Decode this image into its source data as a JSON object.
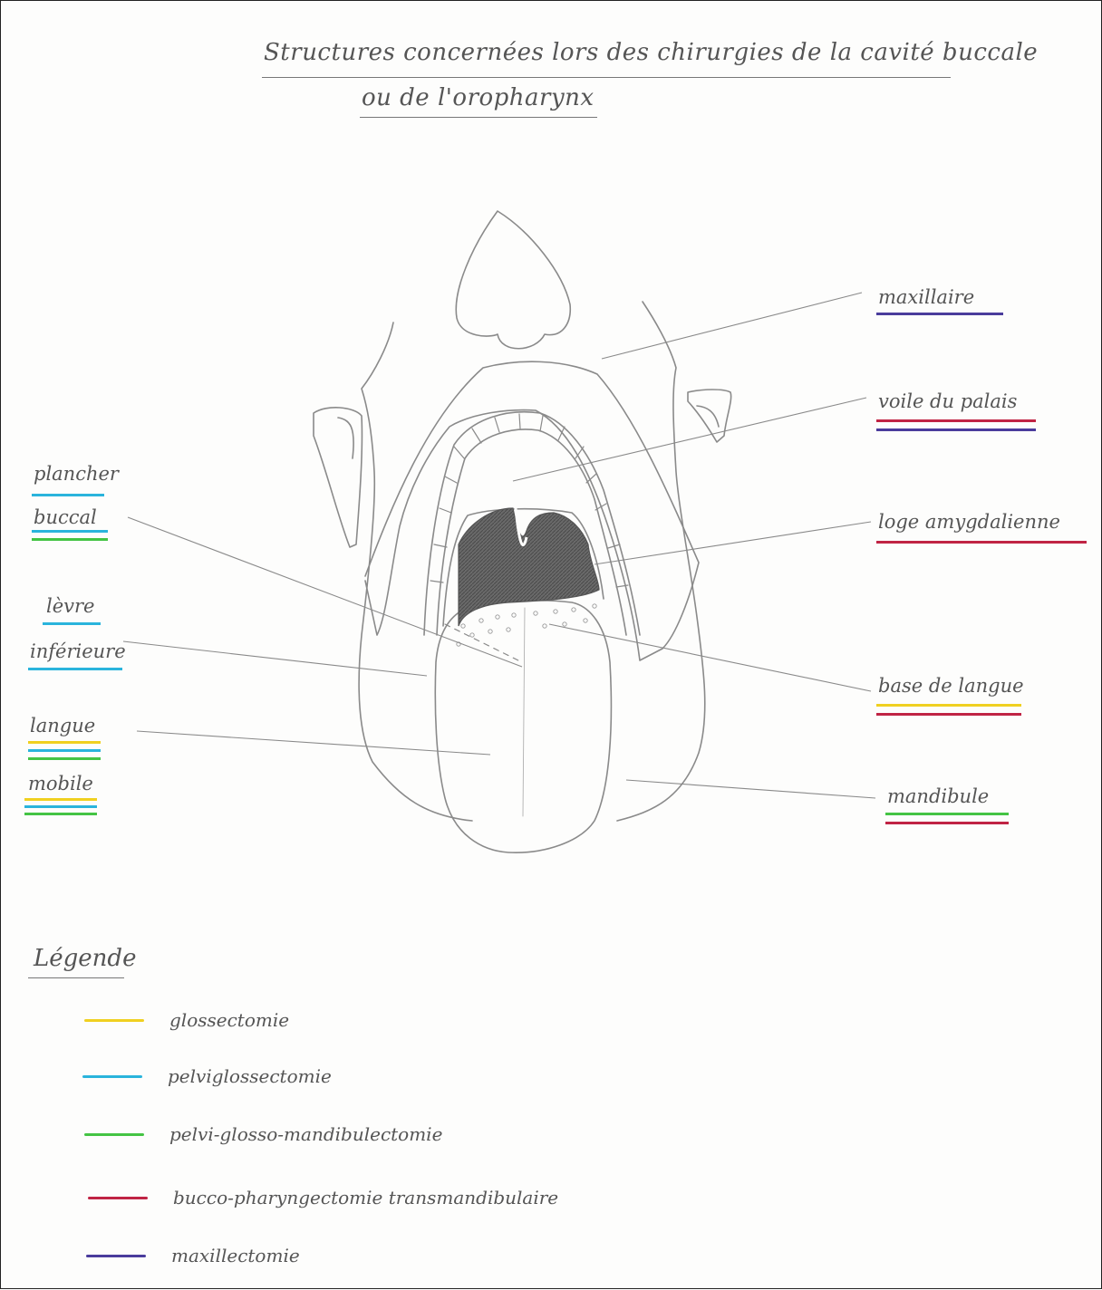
{
  "title": {
    "line1": "Structures concernées lors des chirurgies de la cavité buccale",
    "line2": "ou de l'oropharynx"
  },
  "labels": {
    "maxillaire": "maxillaire",
    "voile": "voile du palais",
    "loge": "loge amygdalienne",
    "base": "base de langue",
    "mandibule": "mandibule",
    "plancher1": "plancher",
    "plancher2": "buccal",
    "levre1": "lèvre",
    "levre2": "inférieure",
    "langue1": "langue",
    "langue2": "mobile"
  },
  "legend": {
    "title": "Légende",
    "items": [
      {
        "label": "glossectomie",
        "color": "#f0d020"
      },
      {
        "label": "pelviglossectomie",
        "color": "#2ab4dc"
      },
      {
        "label": "pelvi-glosso-mandibulectomie",
        "color": "#44c444"
      },
      {
        "label": "bucco-pharyngectomie transmandibulaire",
        "color": "#c02444"
      },
      {
        "label": "maxillectomie",
        "color": "#4a3c9c"
      }
    ]
  },
  "colors": {
    "glossectomie": "#f0d020",
    "pelviglossectomie": "#2ab4dc",
    "pelvi_glosso_mandibulectomie": "#44c444",
    "bucco_pharyngectomie": "#c02444",
    "maxillectomie": "#4a3c9c"
  }
}
